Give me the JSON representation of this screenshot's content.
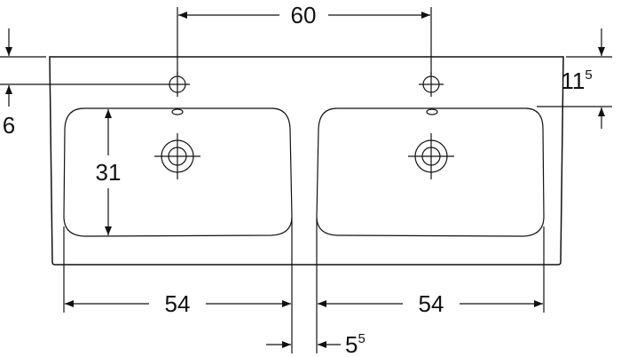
{
  "dimensions": {
    "tap_hole_spacing": "60",
    "tap_hole_offset": "6",
    "back_to_bowl": "11",
    "back_to_bowl_sup": "5",
    "bowl_depth": "31",
    "left_bowl_width": "54",
    "right_bowl_width": "54",
    "bowl_gap": "5",
    "bowl_gap_sup": "5"
  },
  "colors": {
    "line": "#111111",
    "background": "#ffffff"
  }
}
